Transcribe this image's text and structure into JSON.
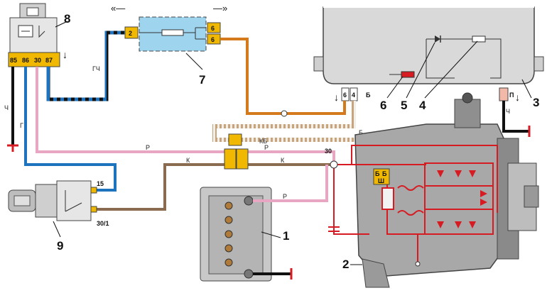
{
  "components": {
    "battery": "1",
    "generator": "2",
    "voltage_regulator": "3",
    "regulator_brush_holder": "4",
    "regulator_diode": "5",
    "regulator_connector": "6",
    "fuse_block": "7",
    "relay": "8",
    "ignition_switch": "9"
  },
  "relay_pins": [
    "85",
    "86",
    "30",
    "87"
  ],
  "fuse_pins": {
    "left": "2",
    "right_top": "6",
    "right_bottom": "6"
  },
  "regulator_pins": [
    "6",
    "4",
    "Б",
    "П"
  ],
  "ignition_pins": [
    "15",
    "30/1"
  ],
  "generator_terminals": {
    "main": "30",
    "b": "Б",
    "sh": "Ш"
  },
  "wire_codes": {
    "blue_black": "ГЧ",
    "black_relay": "Ч",
    "blue_relay": "Г",
    "pink_main": "Р",
    "pink_right": "Р",
    "brown_main": "К",
    "brown_right": "К",
    "to_regulator": "КБ",
    "b_label": "Б",
    "reg_ground": "Ч",
    "battery_plus": "Р"
  },
  "colors": {
    "blue": "#1e73be",
    "black": "#111111",
    "pink": "#e8a6c2",
    "brown": "#8b6b4f",
    "orange": "#d47a1d",
    "red": "#d61c22",
    "fuse_bg": "#9fd4ef",
    "connector": "#f0b800",
    "housing": "#dcdcdc"
  }
}
